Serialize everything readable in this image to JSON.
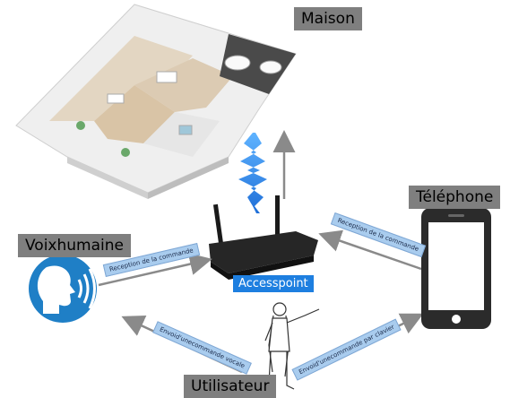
{
  "nodes": {
    "maison": "Maison",
    "telephone": "Téléphone",
    "voix": "Voixhumaine",
    "access": "Accesspoint",
    "utilisateur": "Utilisateur"
  },
  "edges": {
    "reception_voix": "Reception de la commande",
    "reception_tel": "Reception de la commande",
    "envoi_vocale": "Envoid'unecommande vocale",
    "envoi_clavier": "Envoid'unecommande par clavier"
  },
  "colors": {
    "label_bg": "#7f7f7f",
    "accent_blue": "#1e7fe0",
    "edge_label_bg": "#a9ccee",
    "arrow": "#8a8a8a"
  }
}
